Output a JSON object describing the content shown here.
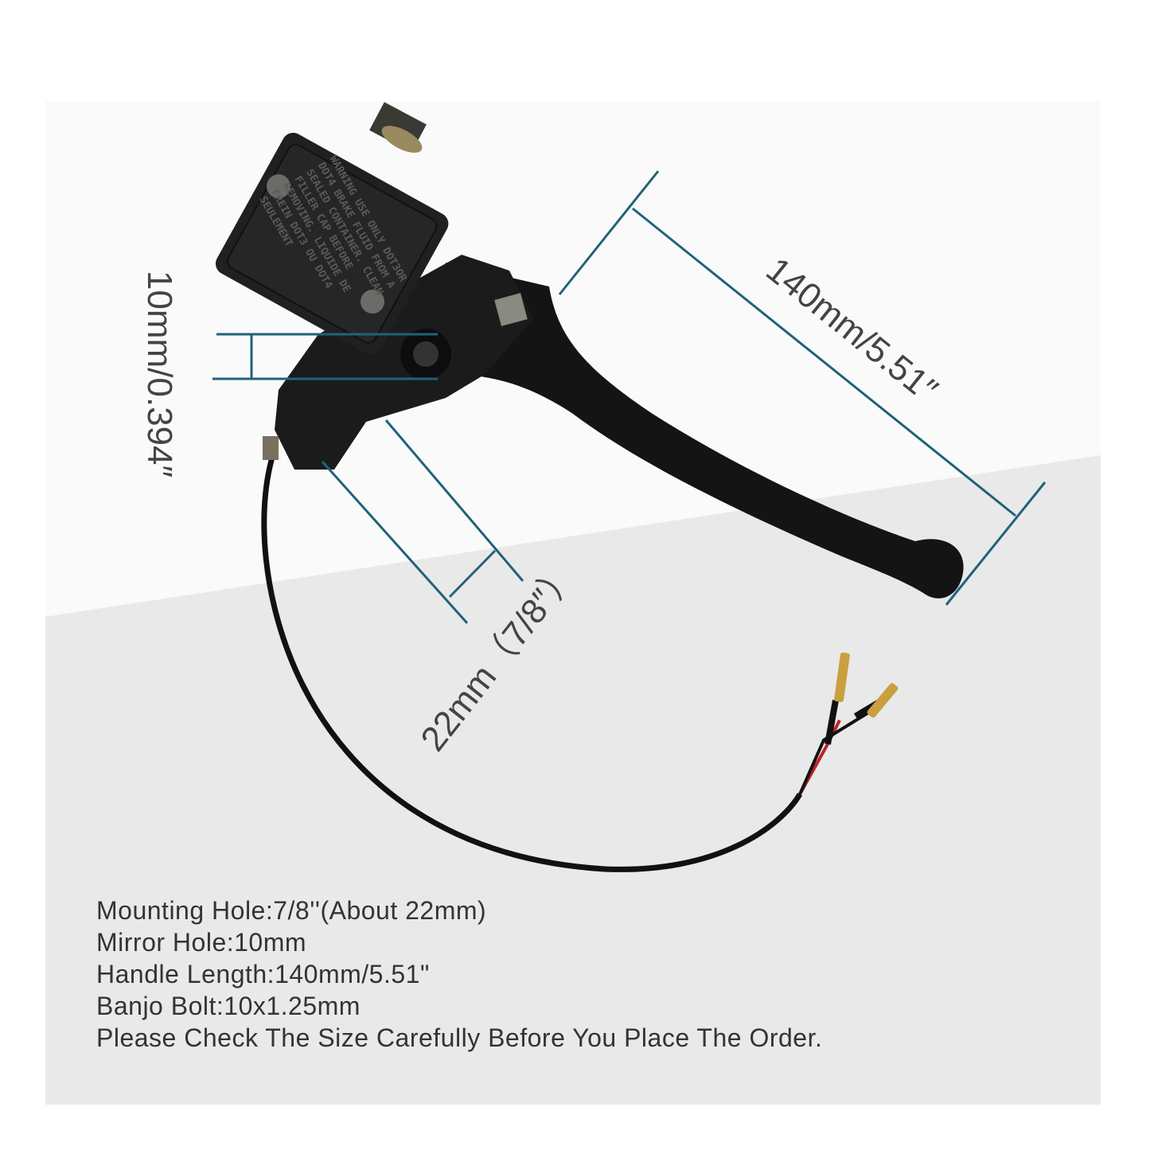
{
  "dimensions": {
    "handle_length": "140mm/5.51″",
    "mirror_hole": "10mm/0.394″",
    "mounting_hole": "22mm（7/8″）"
  },
  "specs": [
    "Mounting Hole:7/8''(About 22mm)",
    "Mirror Hole:10mm",
    "Handle Length:140mm/5.51\"",
    "Banjo Bolt:10x1.25mm",
    "Please Check The Size Carefully Before You Place The Order."
  ],
  "reservoir_cap_text": "WARNING USE ONLY DOT3OR DOT4 BRAKE FLUID FROM A SEALED CONTAINER. CLEAN FILLER CAP BEFORE REMOVING. LIQUIDE DE FREIN DOT3 OU DOT4 SEULEMENT",
  "colors": {
    "dimension_line": "#1f6378",
    "background_top": "#fafafa",
    "background_bottom": "#e9e9e9",
    "text": "#333333"
  }
}
